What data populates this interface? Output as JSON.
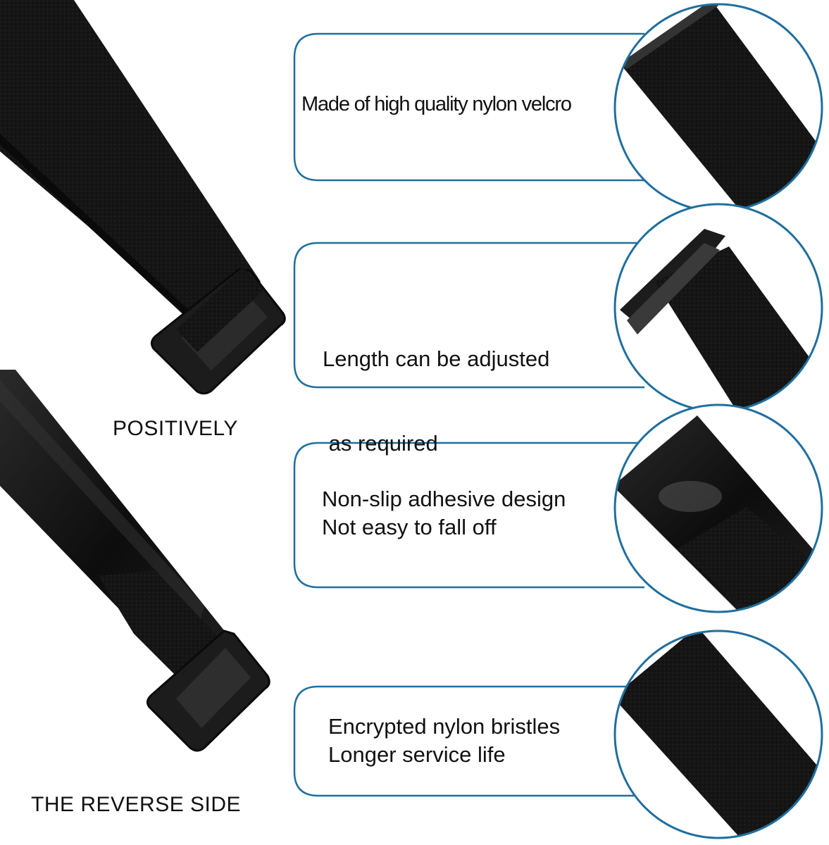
{
  "side_labels": {
    "front": "POSITIVELY",
    "back": "THE REVERSE SIDE"
  },
  "callouts": [
    {
      "lines": [
        "Made of high quality nylon velcro"
      ]
    },
    {
      "lines": [
        "Length can be adjusted",
        " as required"
      ]
    },
    {
      "lines": [
        "Non-slip adhesive design",
        "Not easy to fall off"
      ]
    },
    {
      "lines": [
        "Encrypted nylon bristles",
        "Longer service life"
      ]
    }
  ],
  "colors": {
    "frame_blue": "#1f6f9e",
    "strap_black": "#141414",
    "buckle_black": "#1c1c1c"
  },
  "icons": [
    "strap-front-image",
    "strap-back-image",
    "detail-circle-velcro",
    "detail-circle-buckle",
    "detail-circle-adhesive",
    "detail-circle-bristles"
  ]
}
